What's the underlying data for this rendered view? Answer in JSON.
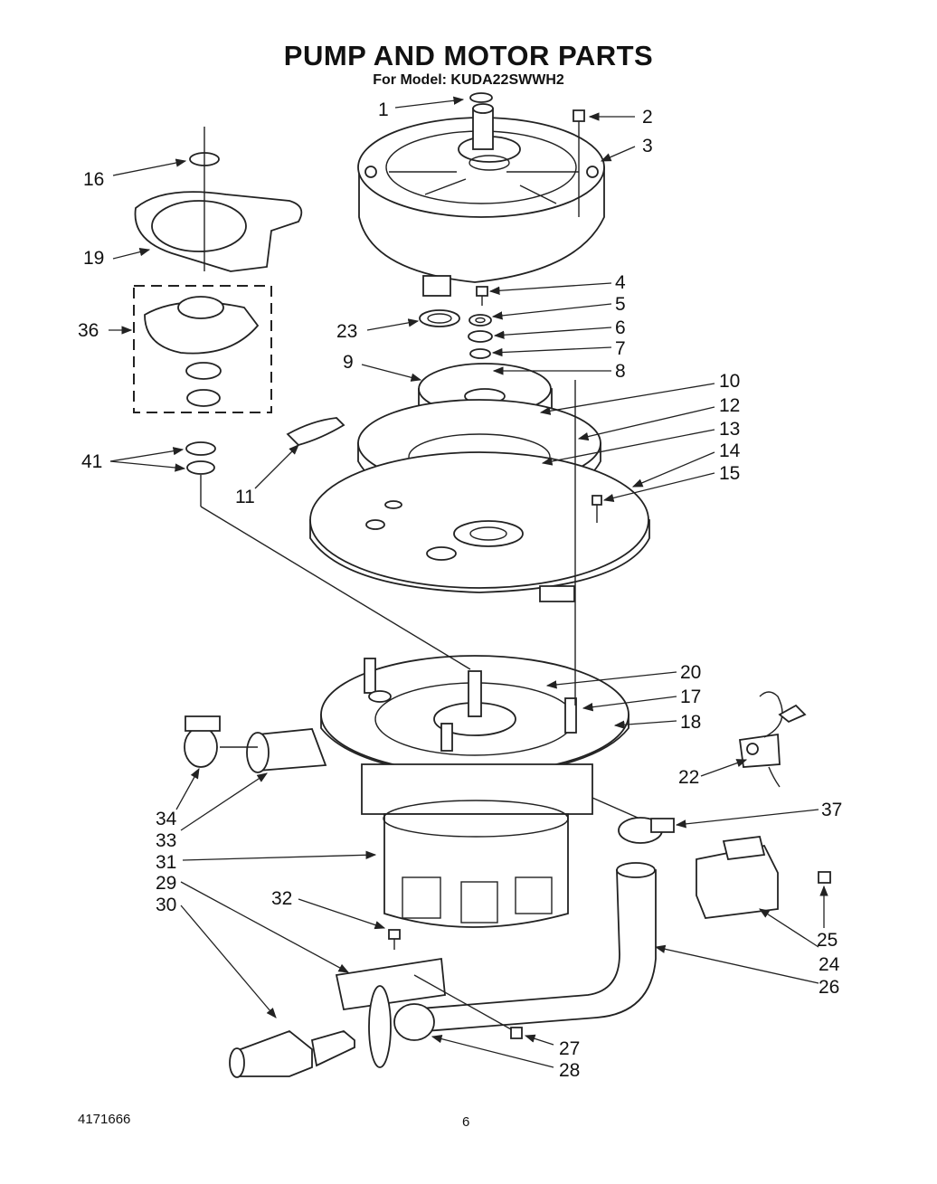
{
  "header": {
    "title": "PUMP AND MOTOR PARTS",
    "subtitle": "For Model: KUDA22SWWH2"
  },
  "footer": {
    "doc_number": "4171666",
    "page_number": "6"
  },
  "callouts": [
    "1",
    "2",
    "3",
    "4",
    "5",
    "6",
    "7",
    "8",
    "9",
    "10",
    "12",
    "13",
    "14",
    "15",
    "16",
    "19",
    "36",
    "23",
    "11",
    "41",
    "20",
    "17",
    "18",
    "22",
    "34",
    "33",
    "31",
    "29",
    "30",
    "32",
    "37",
    "25",
    "24",
    "26",
    "27",
    "28"
  ]
}
